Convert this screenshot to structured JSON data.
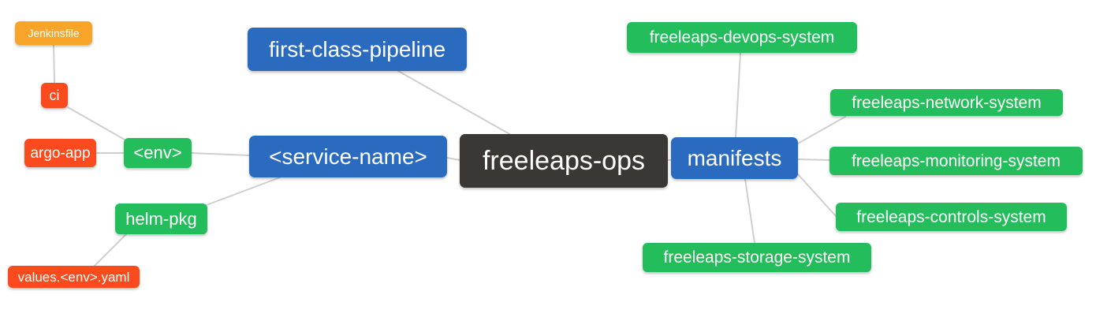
{
  "colors": {
    "blue": "#2a6abf",
    "green": "#23bd5b",
    "red": "#fb4a1e",
    "orange": "#f7a428",
    "dark": "#3b3734",
    "edge": "#cfcfcf",
    "canvas": "#ffffff",
    "text": "#ffffff"
  },
  "nodes": {
    "freeleaps_ops": {
      "label": "freeleaps-ops"
    },
    "first_class_pipeline": {
      "label": "first-class-pipeline"
    },
    "service_name": {
      "label": "<service-name>"
    },
    "manifests": {
      "label": "manifests"
    },
    "env": {
      "label": "<env>"
    },
    "helm_pkg": {
      "label": "helm-pkg"
    },
    "ci": {
      "label": "ci"
    },
    "argo_app": {
      "label": "argo-app"
    },
    "jenkinsfile": {
      "label": "Jenkinsfile"
    },
    "values_yaml": {
      "label": "values.<env>.yaml"
    },
    "devops_system": {
      "label": "freeleaps-devops-system"
    },
    "network_system": {
      "label": "freeleaps-network-system"
    },
    "monitoring_system": {
      "label": "freeleaps-monitoring-system"
    },
    "controls_system": {
      "label": "freeleaps-controls-system"
    },
    "storage_system": {
      "label": "freeleaps-storage-system"
    }
  },
  "edges": [
    {
      "from": "jenkinsfile",
      "to": "ci"
    },
    {
      "from": "ci",
      "to": "env"
    },
    {
      "from": "argo_app",
      "to": "env"
    },
    {
      "from": "env",
      "to": "service_name"
    },
    {
      "from": "service_name",
      "to": "helm_pkg"
    },
    {
      "from": "helm_pkg",
      "to": "values_yaml"
    },
    {
      "from": "first_class_pipeline",
      "to": "freeleaps_ops"
    },
    {
      "from": "service_name",
      "to": "freeleaps_ops"
    },
    {
      "from": "freeleaps_ops",
      "to": "manifests"
    },
    {
      "from": "manifests",
      "to": "devops_system"
    },
    {
      "from": "manifests",
      "to": "network_system"
    },
    {
      "from": "manifests",
      "to": "monitoring_system"
    },
    {
      "from": "manifests",
      "to": "controls_system"
    },
    {
      "from": "manifests",
      "to": "storage_system"
    }
  ]
}
